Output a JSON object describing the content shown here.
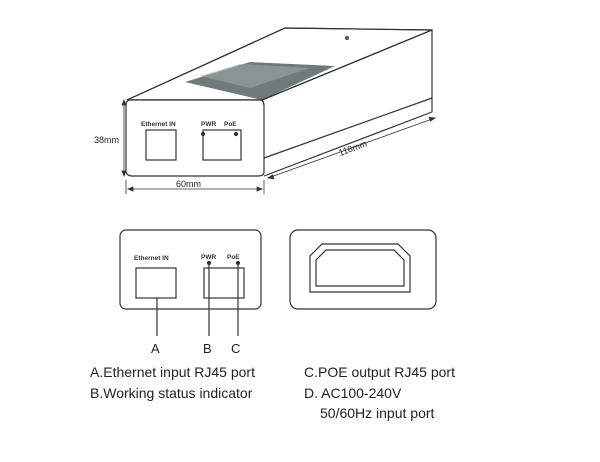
{
  "device_top": {
    "port_label_ethernet": "Ethernet IN",
    "port_label_pwr": "PWR",
    "port_label_poe": "PoE",
    "dim_height": "38mm",
    "dim_width": "60mm",
    "dim_length": "118mm"
  },
  "front_view": {
    "port_label_ethernet": "Ethernet IN",
    "port_label_pwr": "PWR",
    "port_label_poe": "PoE",
    "callout_a": "A",
    "callout_b": "B",
    "callout_c": "C"
  },
  "legend": {
    "a": "A.Ethernet input RJ45 port",
    "b": "B.Working status indicator",
    "c": "C.POE output RJ45 port",
    "d1": "D. AC100-240V",
    "d2": "50/60Hz input port"
  }
}
